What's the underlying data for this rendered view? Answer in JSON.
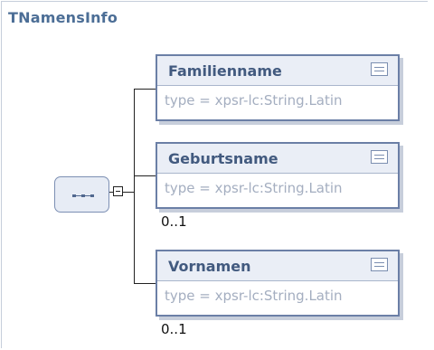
{
  "diagram": {
    "type_name": "TNamensInfo",
    "compositor_icon": "sequence-icon",
    "toggle_icon": "collapse-minus-icon",
    "elements": [
      {
        "name": "Familienname",
        "type": "type = xpsr-lc:String.Latin",
        "occurs": "",
        "icon": "documentation-icon"
      },
      {
        "name": "Geburtsname",
        "type": "type = xpsr-lc:String.Latin",
        "occurs": "0..1",
        "icon": "documentation-icon"
      },
      {
        "name": "Vornamen",
        "type": "type = xpsr-lc:String.Latin",
        "occurs": "0..1",
        "icon": "documentation-icon"
      }
    ]
  }
}
